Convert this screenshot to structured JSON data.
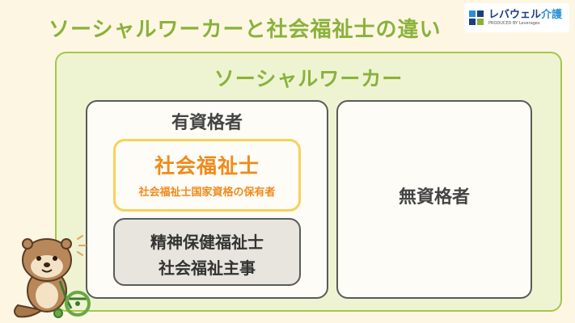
{
  "header": {
    "title": "ソーシャルワーカーと社会福祉士の違い"
  },
  "logo": {
    "name_main": "レバウェル",
    "name_accent": "介護",
    "tagline": "PRODUCED BY Leverages",
    "colors": {
      "navy": "#1b3f7a",
      "blue": "#2c8fd6"
    }
  },
  "diagram": {
    "outer_title": "ソーシャルワーカー",
    "qualified": {
      "title": "有資格者",
      "highlight": {
        "title": "社会福祉士",
        "subtitle": "社会福祉士国家資格の保有者"
      },
      "others": {
        "line1": "精神保健福祉士",
        "line2": "社会福祉主事"
      }
    },
    "unqualified": {
      "title": "無資格者"
    }
  },
  "colors": {
    "background": "#fdf6e3",
    "accent_green": "#8ab23a",
    "outer_fill": "#eef4d2",
    "highlight_orange": "#f08a1c",
    "highlight_border": "#f7d15a",
    "gray_fill": "#e7e5de"
  },
  "icons": [
    "logo-mark-icon",
    "otter-mascot-icon",
    "wheelchair-icon"
  ]
}
